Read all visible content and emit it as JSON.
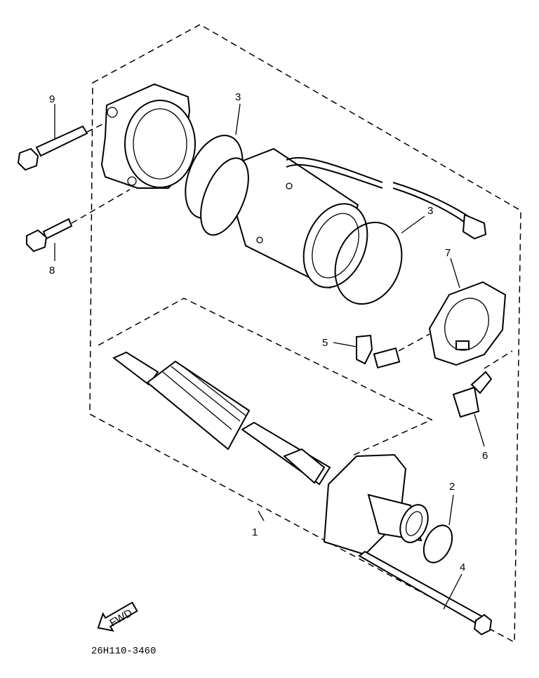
{
  "callouts": {
    "p1": "1",
    "p2": "2",
    "p3a": "3",
    "p3b": "3",
    "p4": "4",
    "p5": "5",
    "p6": "6",
    "p7": "7",
    "p8": "8",
    "p9": "9"
  },
  "fwd_label": "FWD",
  "drawing_code": "26H110-3460"
}
